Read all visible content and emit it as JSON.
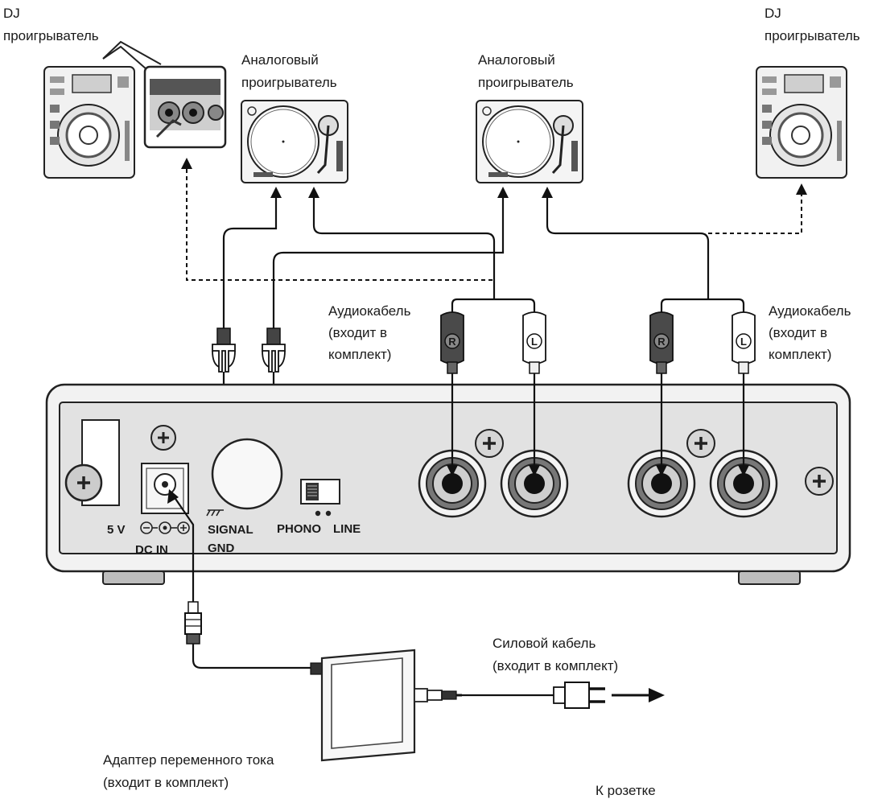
{
  "labels": {
    "dj_player_left_line1": "DJ",
    "dj_player_left_line2": "проигрыватель",
    "dj_player_right_line1": "DJ",
    "dj_player_right_line2": "проигрыватель",
    "turntable_left_line1": "Аналоговый",
    "turntable_left_line2": "проигрыватель",
    "turntable_right_line1": "Аналоговый",
    "turntable_right_line2": "проигрыватель",
    "audio_cable_left_line1": "Аудиокабель",
    "audio_cable_left_line2": "(входит в",
    "audio_cable_left_line3": "комплект)",
    "audio_cable_right_line1": "Аудиокабель",
    "audio_cable_right_line2": "(входит в",
    "audio_cable_right_line3": "комплект)",
    "power_cable_line1": "Силовой кабель",
    "power_cable_line2": "(входит в комплект)",
    "ac_adapter_line1": "Адаптер переменного тока",
    "ac_adapter_line2": "(входит в комплект)",
    "to_outlet": "К розетке"
  },
  "panel": {
    "voltage": "5 V",
    "dc_in": "DC IN",
    "signal": "SIGNAL",
    "gnd": "GND",
    "phono": "PHONO",
    "line": "LINE",
    "plug_r": "R",
    "plug_l": "L"
  }
}
